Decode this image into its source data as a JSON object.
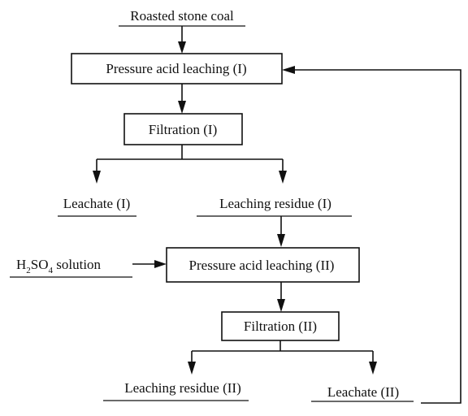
{
  "nodes": {
    "roasted_stone_coal": "Roasted stone coal",
    "pressure_acid_leaching_1": "Pressure acid leaching (I)",
    "filtration_1": "Filtration (I)",
    "leachate_1": "Leachate (I)",
    "leaching_residue_1": "Leaching residue (I)",
    "h2so4_solution": {
      "h": "H",
      "sub2": "2",
      "so": "SO",
      "sub4": "4",
      "rest": " solution"
    },
    "pressure_acid_leaching_2": "Pressure acid leaching (II)",
    "filtration_2": "Filtration (II)",
    "leaching_residue_2": "Leaching residue (II)",
    "leachate_2": "Leachate (II)"
  }
}
